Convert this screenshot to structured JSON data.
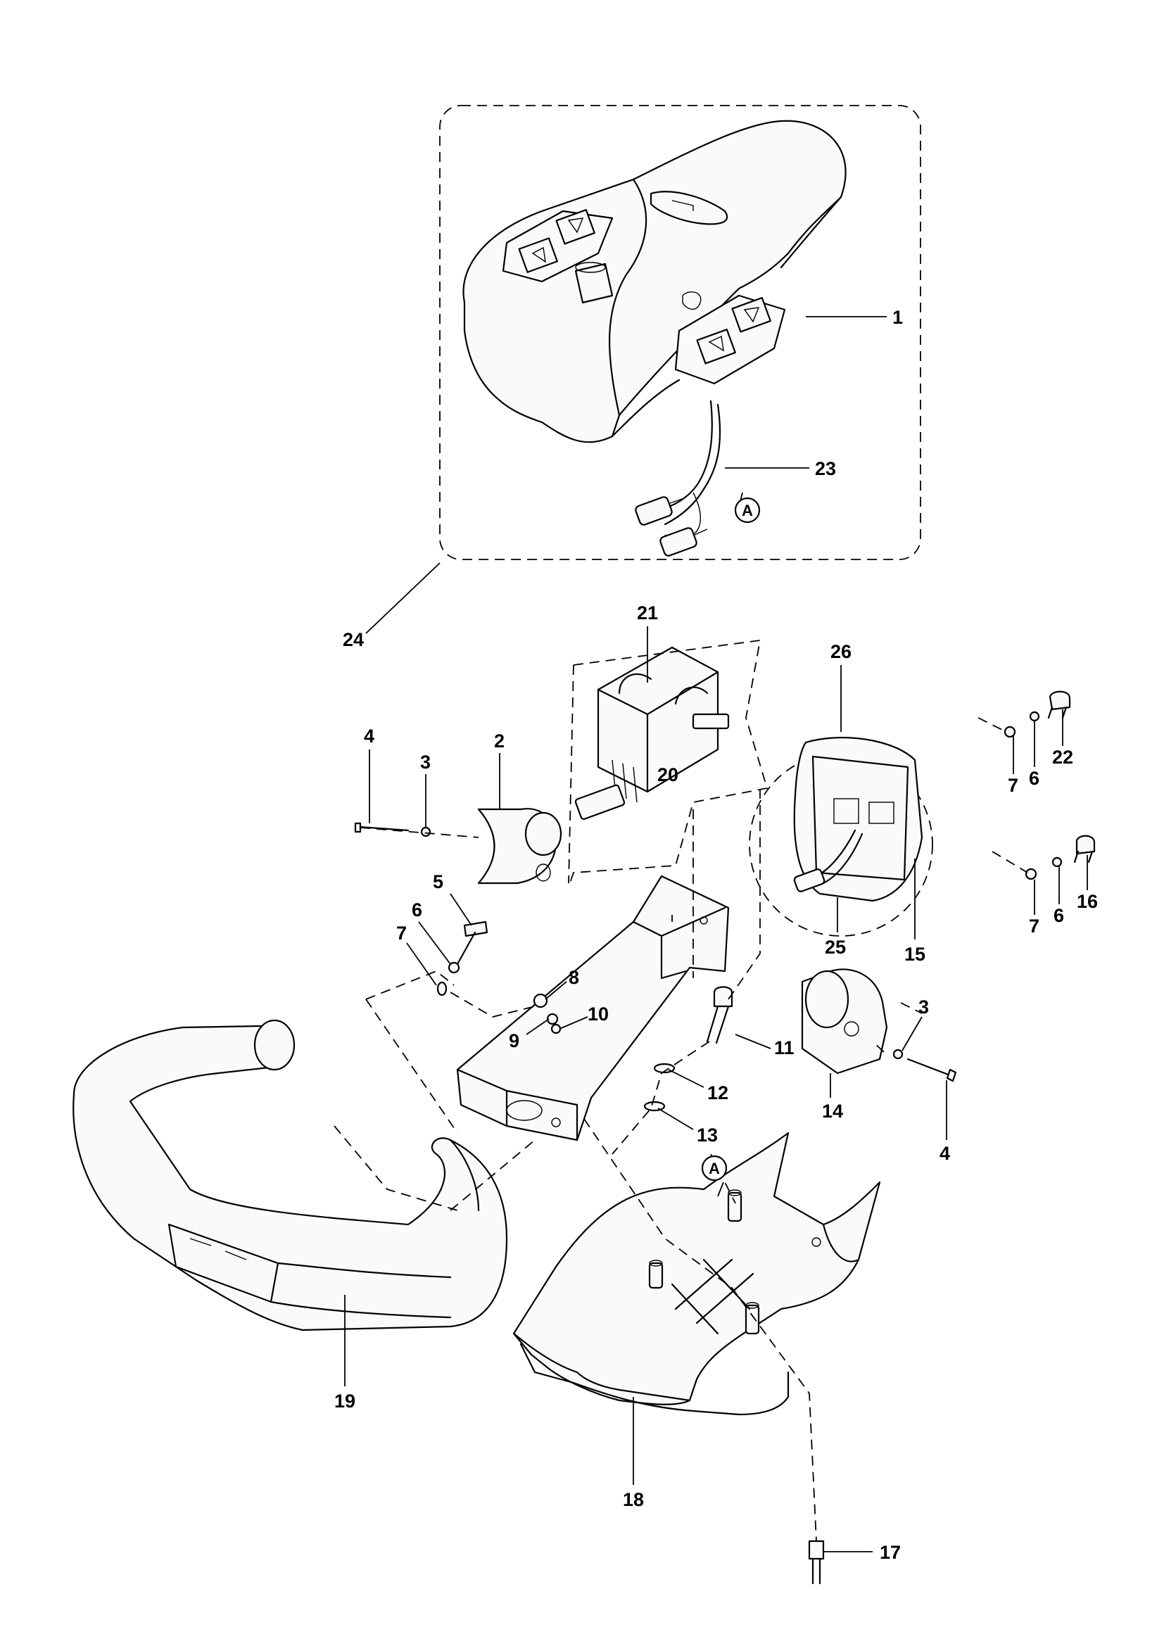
{
  "diagram": {
    "type": "exploded-parts-view",
    "callouts": {
      "c1": "1",
      "c2": "2",
      "c3a": "3",
      "c3b": "3",
      "c4a": "4",
      "c4b": "4",
      "c5": "5",
      "c6a": "6",
      "c6b": "6",
      "c6c": "6",
      "c7a": "7",
      "c7b": "7",
      "c7c": "7",
      "c8": "8",
      "c9": "9",
      "c10": "10",
      "c11": "11",
      "c12": "12",
      "c13": "13",
      "c14": "14",
      "c15": "15",
      "c16": "16",
      "c17": "17",
      "c18": "18",
      "c19": "19",
      "c20": "20",
      "c21": "21",
      "c22": "22",
      "c23": "23",
      "c24": "24",
      "c25": "25",
      "c26": "26"
    },
    "reference_markers": {
      "ra": "A",
      "rb": "A"
    }
  }
}
